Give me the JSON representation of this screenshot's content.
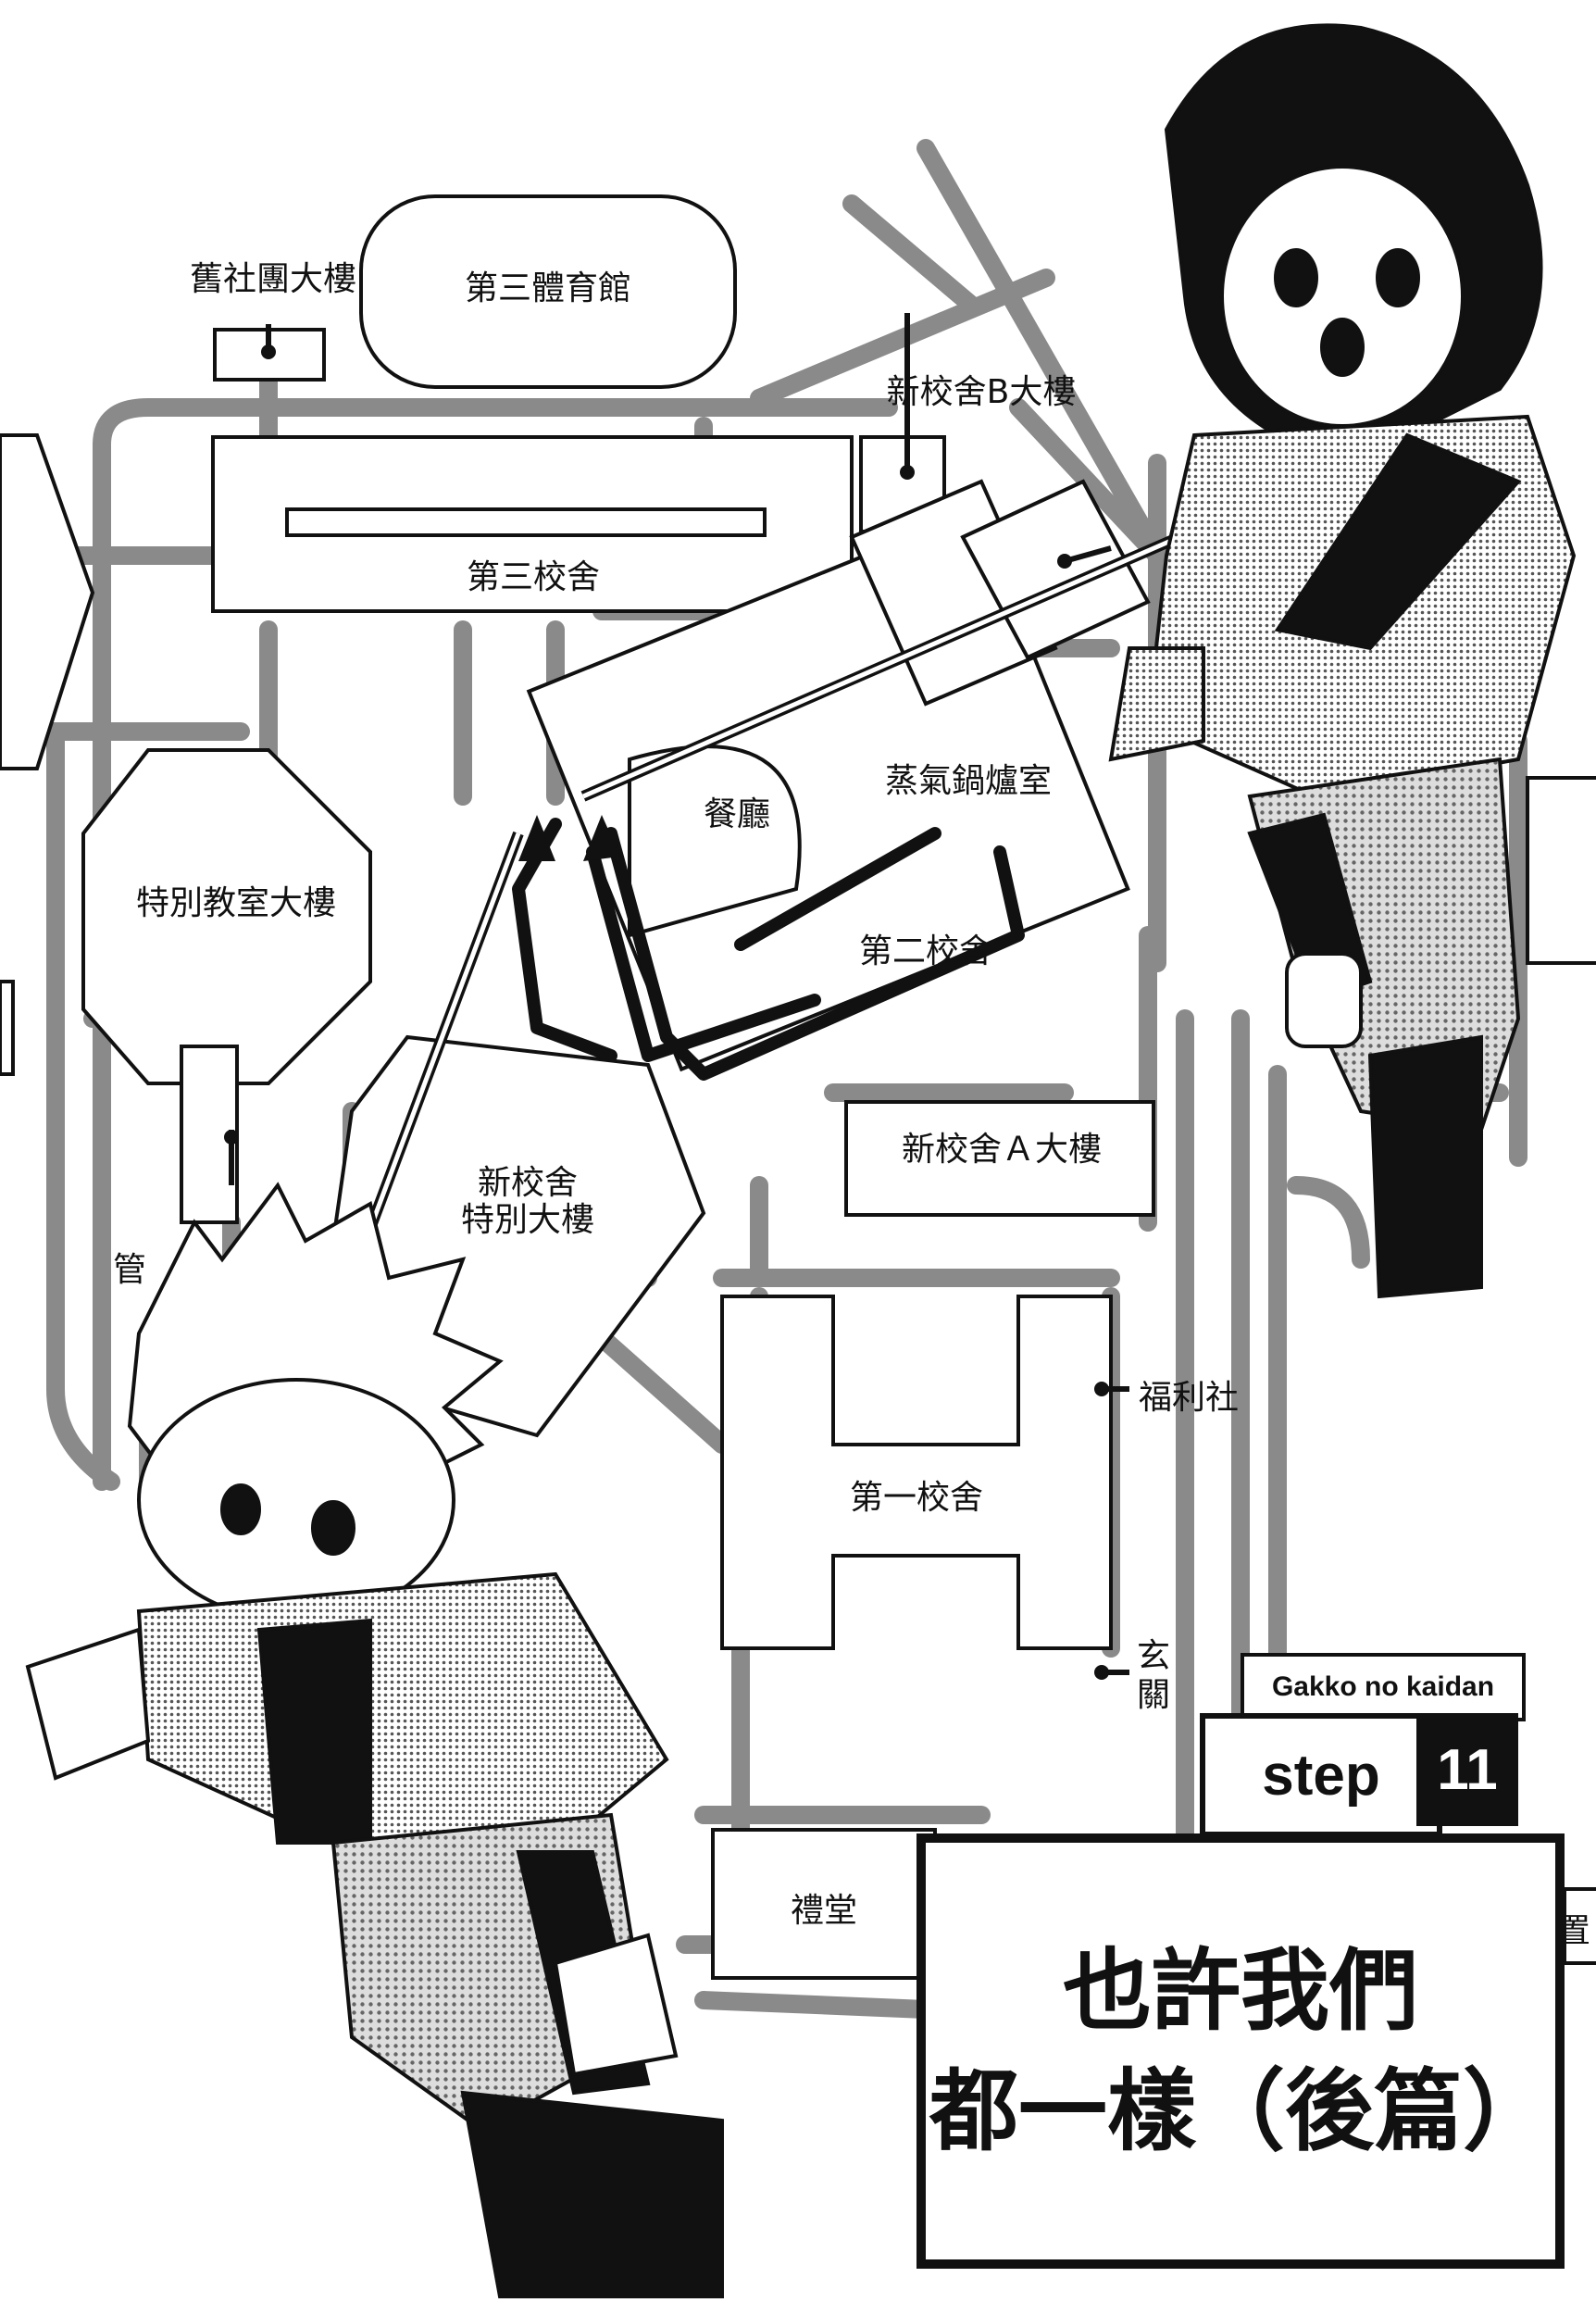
{
  "map": {
    "labels": {
      "old_club_building": "舊社團大樓",
      "gym_three": "第三體育館",
      "new_building_b": "新校舍B大樓",
      "school_building_three": "第三校舍",
      "cafeteria": "餐廳",
      "boiler_room": "蒸氣鍋爐室",
      "special_classroom_building": "特別教室大樓",
      "school_building_two": "第二校舍",
      "new_building_a": "新校舍Ａ大樓",
      "new_special_building": "新校舍\n特別大樓",
      "welfare_shop": "福利社",
      "school_building_one": "第一校舍",
      "entrance": "玄關",
      "auditorium": "禮堂",
      "edge_left": "管",
      "edge_right": "置"
    }
  },
  "chapter": {
    "series": "Gakko no kaidan",
    "step_label": "step",
    "step_number": "11",
    "title_line1": "也許我們",
    "title_line2": "都一樣（後篇）"
  },
  "colors": {
    "ink": "#111111",
    "road_gray": "#8a8a8a",
    "paper": "#ffffff",
    "screentone": "#9a9a9a"
  }
}
